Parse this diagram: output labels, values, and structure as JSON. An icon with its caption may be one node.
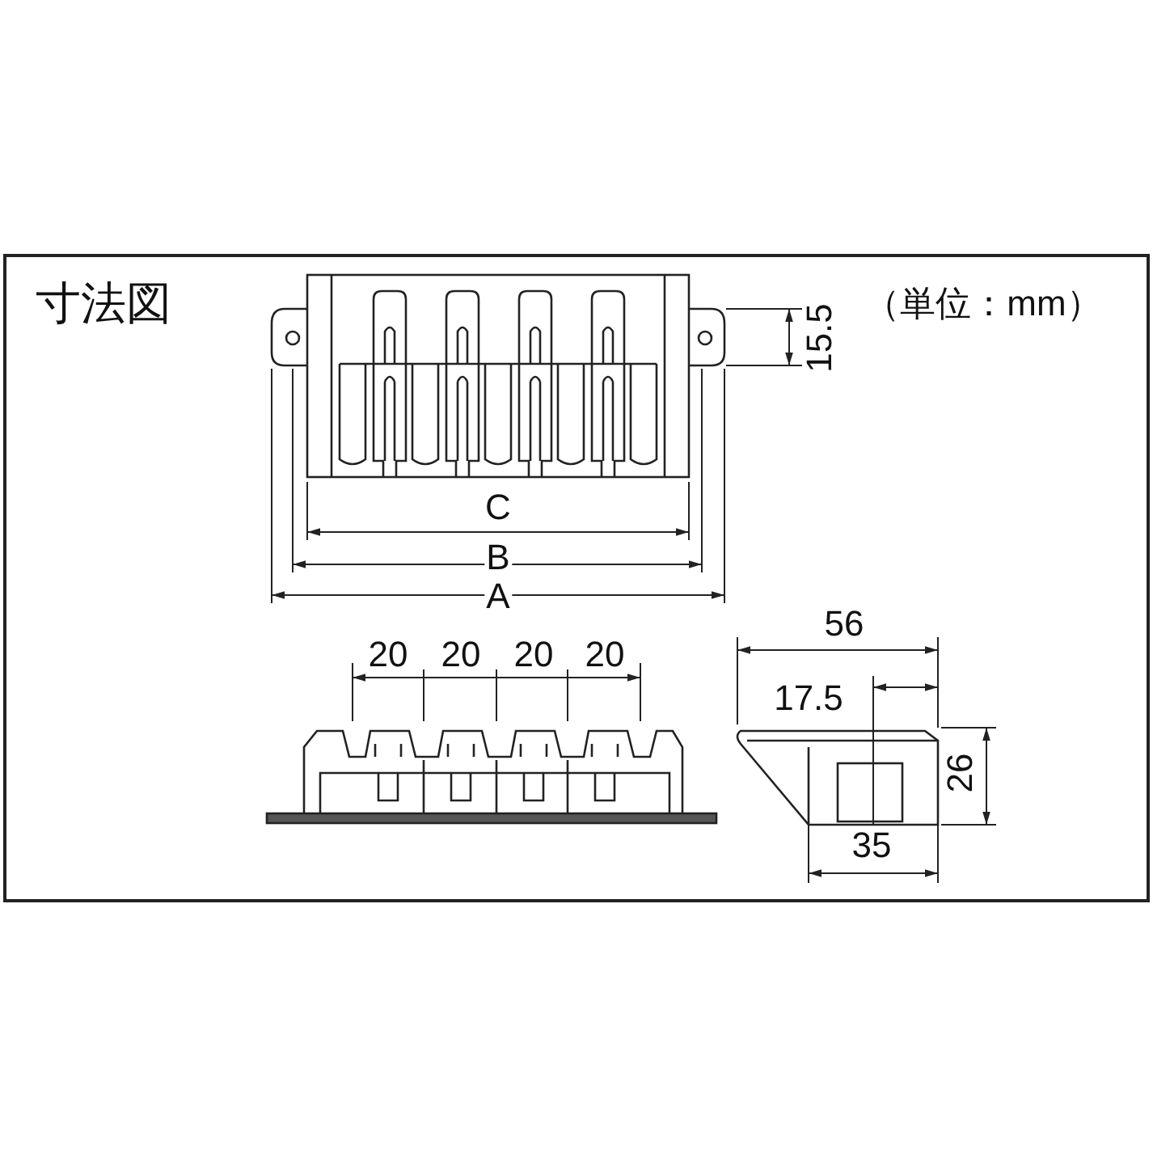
{
  "diagram": {
    "title": "寸法図",
    "labels": [
      "（単位：mm）",
      "15.5",
      "C",
      "B",
      "A",
      "20",
      "20",
      "20",
      "20",
      "56",
      "17.5",
      "26",
      "35"
    ]
  }
}
